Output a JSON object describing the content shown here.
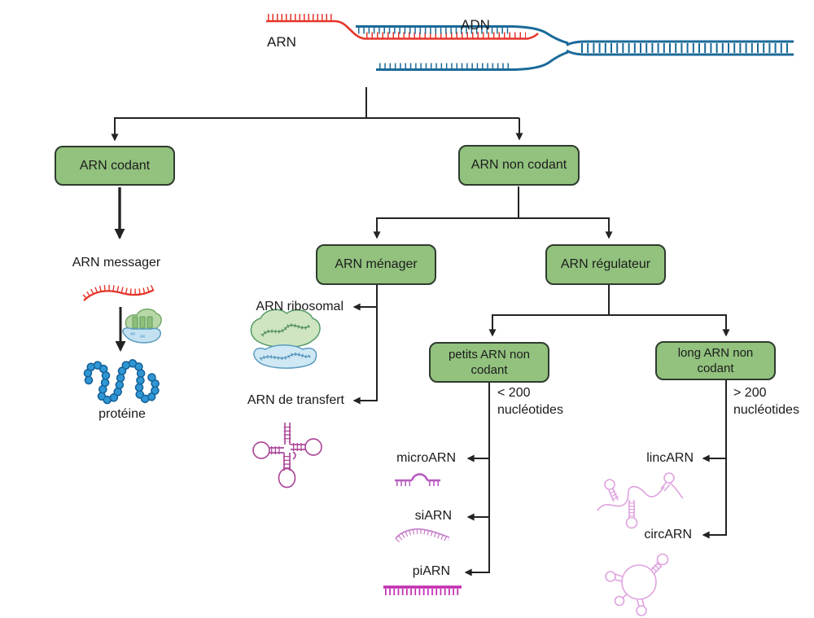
{
  "page": {
    "background": "#ffffff"
  },
  "top_illustration": {
    "arn_label": "ARN",
    "adn_label": "ADN",
    "rna_color": "#e5352b",
    "dna_color": "#1b6a99"
  },
  "boxes": {
    "arn_codant": "ARN codant",
    "arn_non_codant": "ARN non codant",
    "arn_menager": "ARN ménager",
    "arn_regulateur": "ARN régulateur",
    "petits_arn_non_codant": "petits ARN non codant",
    "long_arn_non_codant": "long ARN non codant",
    "fill_color": "#92c27e",
    "border_color": "#2e3b2e"
  },
  "labels": {
    "arn_messager": "ARN messager",
    "proteine": "protéine",
    "arn_ribosomal": "ARN ribosomal",
    "arn_de_transfert": "ARN de transfert",
    "micro_arn": "microARN",
    "si_arn": "siARN",
    "pi_arn": "piARN",
    "linc_arn": "lincARN",
    "circ_arn": "circARN"
  },
  "annotations": {
    "petits_size_line1": "< 200",
    "petits_size_line2": "nucléotides",
    "long_size_line1": "> 200",
    "long_size_line2": "nucléotides"
  },
  "icons": {
    "rna_dna_hybrid": "rna-dna-hybrid-icon",
    "mrna_strand": "mrna-strand-icon",
    "ribosome_translation": "ribosome-translation-icon",
    "protein_chain": "protein-chain-icon",
    "ribosome": "ribosome-icon",
    "trna_cloverleaf": "trna-cloverleaf-icon",
    "microrna": "microrna-icon",
    "sirna": "sirna-icon",
    "pirna": "pirna-icon",
    "lincrna": "lincrna-icon",
    "circrna": "circrna-icon"
  },
  "colors": {
    "connector": "#232323",
    "magenta": "#ad4a9b",
    "orchid": "#b85cc0",
    "light_orchid": "#c77ec9",
    "bright_magenta": "#c32bb0",
    "light_pink": "#dfa3df",
    "bead_blue": "#2f96d3",
    "ribosome_green": "#cfe5c2",
    "ribosome_blue": "#cfe8f4"
  }
}
